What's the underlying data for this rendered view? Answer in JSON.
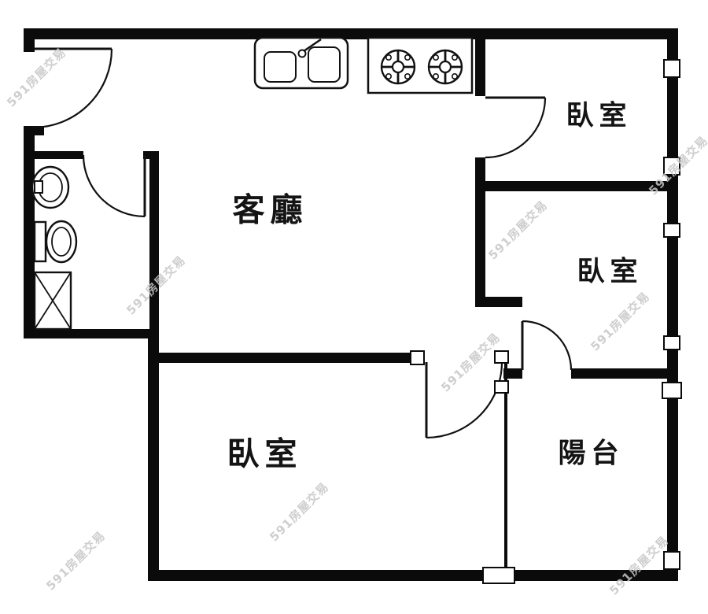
{
  "watermark": {
    "text": "591房屋交易",
    "color": "#c6c6c6"
  },
  "rooms": [
    {
      "id": "living-room",
      "label": "客廳"
    },
    {
      "id": "bedroom-top-right",
      "label": "臥室"
    },
    {
      "id": "bedroom-middle-right",
      "label": "臥室"
    },
    {
      "id": "bedroom-bottom",
      "label": "臥室"
    },
    {
      "id": "balcony",
      "label": "陽台"
    }
  ],
  "fixtures": [
    {
      "id": "kitchen-sink"
    },
    {
      "id": "gas-stove"
    },
    {
      "id": "washbasin"
    },
    {
      "id": "toilet"
    },
    {
      "id": "pipe-shaft"
    }
  ],
  "colors": {
    "wall": "#0b0b0b",
    "background": "#ffffff",
    "label": "#141414",
    "watermark": "#c6c6c6"
  }
}
